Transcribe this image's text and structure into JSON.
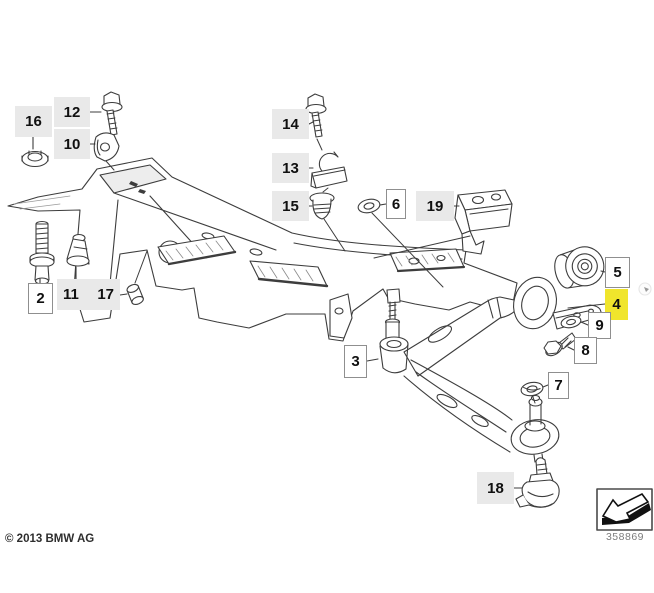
{
  "page": {
    "background": "#ffffff",
    "copyright": "© 2013 BMW AG",
    "diagram_number": "358869",
    "highlight_color": "#f0e52c",
    "callout_box_grey": "#e9e9e9",
    "line_color": "#3d3d3d"
  },
  "callouts": {
    "c2": {
      "num": "2"
    },
    "c3": {
      "num": "3"
    },
    "c4": {
      "num": "4",
      "highlighted": true
    },
    "c5": {
      "num": "5"
    },
    "c6": {
      "num": "6"
    },
    "c7": {
      "num": "7"
    },
    "c8": {
      "num": "8"
    },
    "c9": {
      "num": "9"
    },
    "c10": {
      "num": "10"
    },
    "c11": {
      "num": "11"
    },
    "c12": {
      "num": "12"
    },
    "c13": {
      "num": "13"
    },
    "c14": {
      "num": "14"
    },
    "c15": {
      "num": "15"
    },
    "c16": {
      "num": "16"
    },
    "c17": {
      "num": "17"
    },
    "c18": {
      "num": "18"
    },
    "c19": {
      "num": "19"
    }
  }
}
